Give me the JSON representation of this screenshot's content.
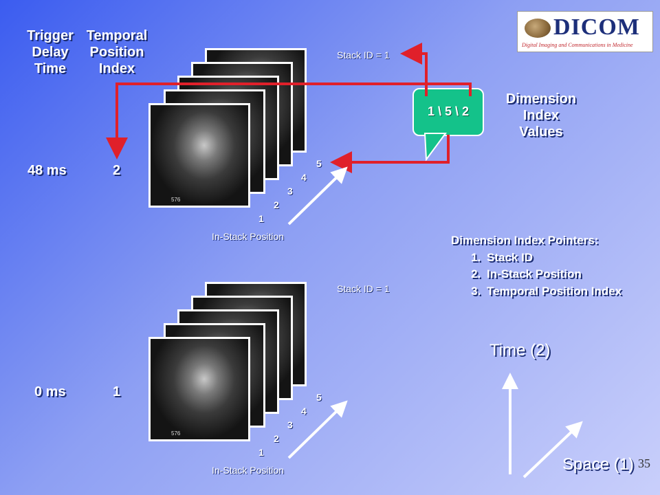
{
  "headers": {
    "trigger_delay": [
      "Trigger",
      "Delay",
      "Time"
    ],
    "temporal_position": [
      "Temporal",
      "Position",
      "Index"
    ],
    "dimension_index": [
      "Dimension",
      "Index",
      "Values"
    ]
  },
  "stacks": {
    "top": {
      "time": "48 ms",
      "index": "2",
      "stack_id": "Stack ID = 1",
      "axis_label": "In-Stack Position",
      "positions": [
        "1",
        "2",
        "3",
        "4",
        "5"
      ],
      "image_tag": "576"
    },
    "bottom": {
      "time": "0 ms",
      "index": "1",
      "stack_id": "Stack ID = 1",
      "axis_label": "In-Stack Position",
      "positions": [
        "1",
        "2",
        "3",
        "4",
        "5"
      ],
      "image_tag": "576"
    }
  },
  "bubble": {
    "text": "1 \\ 5 \\ 2"
  },
  "pointers": {
    "title": "Dimension Index Pointers:",
    "items": [
      "Stack ID",
      "In-Stack Position",
      "Temporal Position Index"
    ]
  },
  "axes": {
    "time": "Time (2)",
    "space": "Space (1)"
  },
  "logo": {
    "title": "DICOM",
    "subtitle": "Digital Imaging and Communications in Medicine"
  },
  "page_number": "35",
  "colors": {
    "arrow": "#e0202a",
    "bubble": "#14c28a",
    "text": "#ffffff"
  }
}
